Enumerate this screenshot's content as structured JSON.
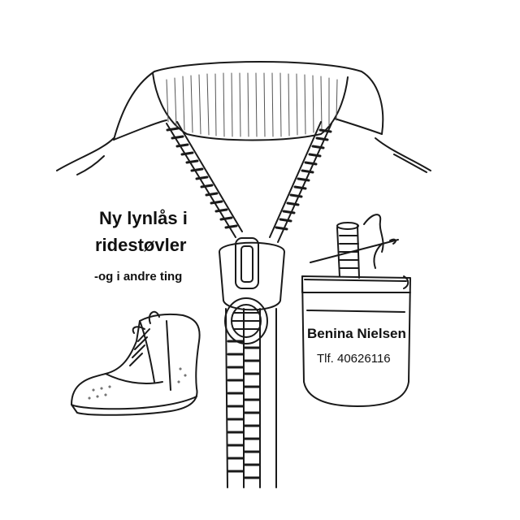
{
  "headline": {
    "line1": "Ny lynlås i",
    "line2": "ridestøvler",
    "subtitle": "-og i andre ting"
  },
  "contact": {
    "name": "Benina Nielsen",
    "phone": "Tlf. 40626116"
  },
  "colors": {
    "line": "#1a1a1a",
    "background": "#ffffff"
  },
  "icons": [
    "jacket-illustration",
    "zipper-icon",
    "boot-icon",
    "thread-spool-icon",
    "needle-icon",
    "pocket-icon"
  ]
}
